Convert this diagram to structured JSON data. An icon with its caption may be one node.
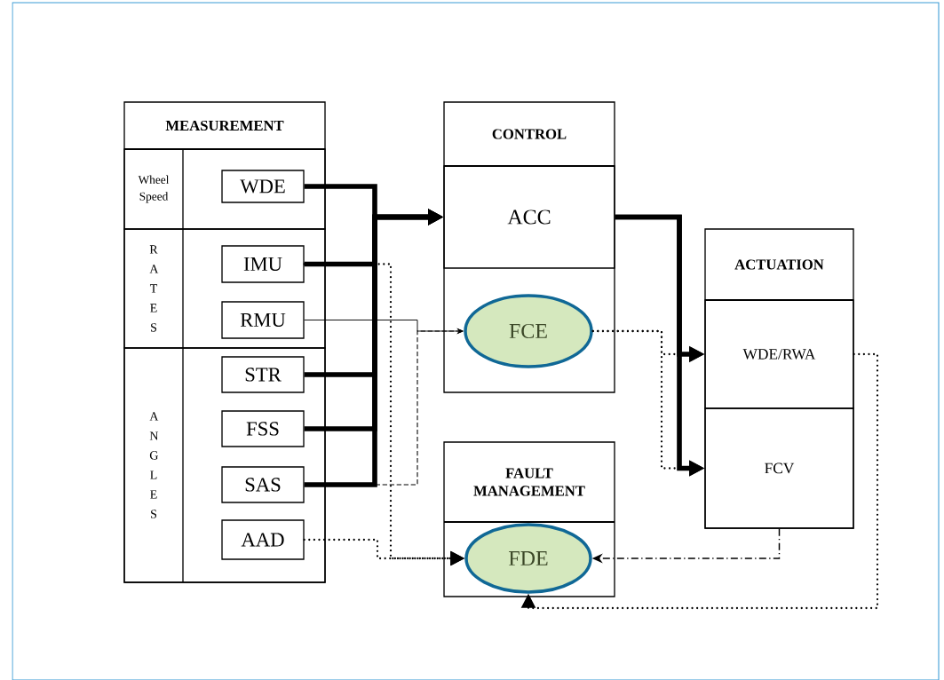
{
  "diagram": {
    "nodes": [
      {
        "text": [
          "MEASUREMENT"
        ]
      },
      {
        "text": [
          "Wheel Speed"
        ],
        "in": 0
      },
      {
        "text": [
          "WDE"
        ],
        "in": 1
      },
      {
        "text": [
          "R A T E S"
        ],
        "in": 0
      },
      {
        "text": [
          "IMU"
        ],
        "in": 3
      },
      {
        "text": [
          "RMU"
        ],
        "in": 3
      },
      {
        "text": [
          "A N G L E S"
        ],
        "in": 0
      },
      {
        "text": [
          "STR"
        ],
        "in": 6
      },
      {
        "text": [
          "FSS"
        ],
        "in": 6
      },
      {
        "text": [
          "SAS"
        ],
        "in": 6
      },
      {
        "text": [
          "AAD"
        ],
        "in": 6
      },
      {
        "text": [
          "CONTROL"
        ]
      },
      {
        "text": [
          "ACC"
        ],
        "in": 11
      },
      {
        "text": [
          "FCE"
        ],
        "in": 11
      },
      {
        "text": [
          "FAULT MANAGEMENT"
        ]
      },
      {
        "text": [
          "FDE"
        ],
        "in": 14
      },
      {
        "text": [
          "ACTUATION"
        ]
      },
      {
        "text": [
          "WDE/RWA"
        ],
        "in": 16
      },
      {
        "text": [
          "FCV"
        ],
        "in": 16
      }
    ],
    "edges": [
      {
        "from": 2,
        "to": 12,
        "arrow": "to",
        "style": "thick"
      },
      {
        "from": 4,
        "to": 12,
        "arrow": "to",
        "style": "thick"
      },
      {
        "from": 7,
        "to": 12,
        "arrow": "to",
        "style": "thick"
      },
      {
        "from": 8,
        "to": 12,
        "arrow": "to",
        "style": "thick"
      },
      {
        "from": 9,
        "to": 12,
        "arrow": "to",
        "style": "thick"
      },
      {
        "from": 5,
        "to": 13,
        "arrow": "to"
      },
      {
        "from": 9,
        "to": 13,
        "arrow": "to",
        "style": "dashed"
      },
      {
        "from": 4,
        "to": 15,
        "arrow": "to",
        "style": "dashed"
      },
      {
        "from": 10,
        "to": 15,
        "arrow": "to",
        "style": "dashed"
      },
      {
        "from": 12,
        "to": 17,
        "arrow": "to",
        "style": "thick"
      },
      {
        "from": 12,
        "to": 18,
        "arrow": "to",
        "style": "thick"
      },
      {
        "from": 13,
        "to": 17,
        "arrow": "to",
        "style": "dashed"
      },
      {
        "from": 13,
        "to": 18,
        "arrow": "to",
        "style": "dashed"
      },
      {
        "from": 18,
        "to": 15,
        "arrow": "to",
        "style": "dashed"
      },
      {
        "from": 17,
        "to": 15,
        "arrow": "to",
        "style": "dashed"
      }
    ]
  }
}
